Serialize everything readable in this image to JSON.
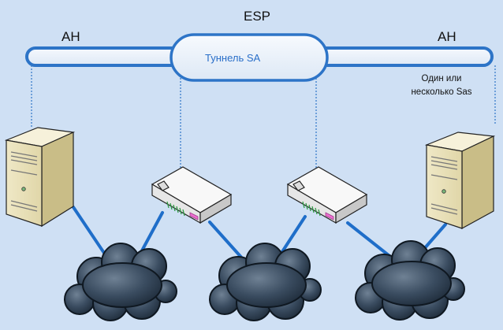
{
  "labels": {
    "esp": "ESP",
    "ah_left": "AH",
    "ah_right": "AH",
    "tunnel": "Туннель SA",
    "note_line1": "Один или",
    "note_line2": "несколько Sas"
  },
  "colors": {
    "background": "#cfe0f4",
    "link": "#1f6ec9",
    "tunnel_text": "#2a6fc9"
  },
  "icons": [
    "server-icon",
    "router-icon",
    "cloud-icon"
  ]
}
